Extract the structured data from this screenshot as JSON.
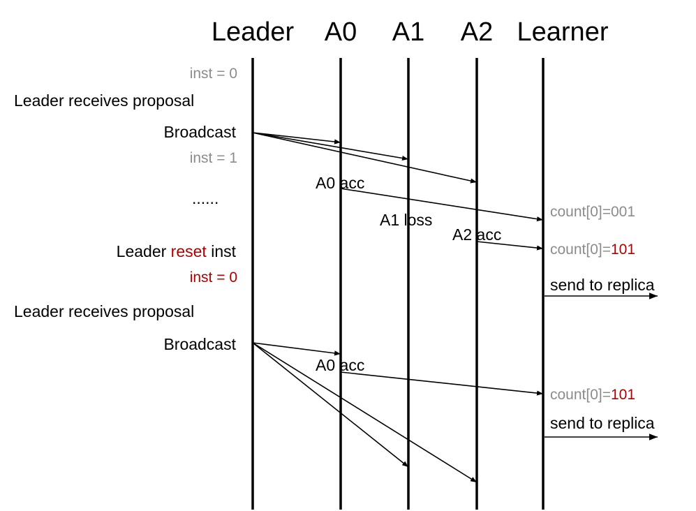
{
  "participants": [
    "Leader",
    "A0",
    "A1",
    "A2",
    "Learner"
  ],
  "labels": {
    "inst0_top": "inst = 0",
    "receives_1": "Leader receives proposal",
    "broadcast_1": "Broadcast",
    "inst1": "inst = 1",
    "a0acc_1": "A0 acc",
    "ellipsis": "......",
    "a1loss": "A1 loss",
    "a2acc": "A2 acc",
    "count_1_prefix": "count[0]=",
    "count_1_value": "001",
    "count_2_prefix": "count[0]=",
    "count_2_value": "101",
    "reset_pre": "Leader ",
    "reset_word": "reset",
    "reset_post": " inst",
    "inst0_reset": "inst = 0",
    "send_1": "send to replica",
    "receives_2": "Leader receives proposal",
    "broadcast_2": "Broadcast",
    "a0acc_2": "A0 acc",
    "count_3_prefix": "count[0]=",
    "count_3_value": "101",
    "send_2": "send to replica"
  },
  "colors": {
    "emphasis": "#b00000",
    "muted": "#8c8c8c"
  }
}
